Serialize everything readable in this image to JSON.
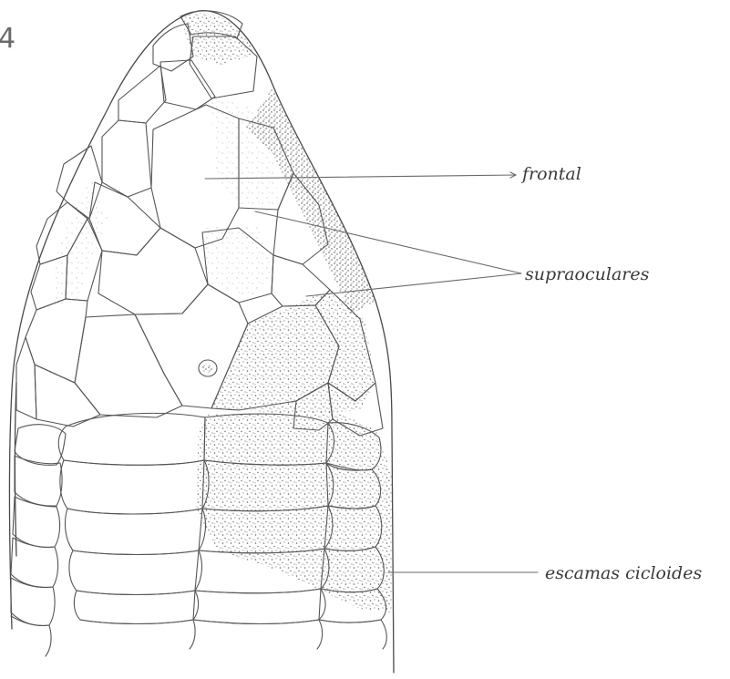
{
  "figure": {
    "number": "4",
    "labels": {
      "frontal": "frontal",
      "supraoculares": "supraoculares",
      "escamas_cicloides": "escamas cicloides"
    }
  }
}
